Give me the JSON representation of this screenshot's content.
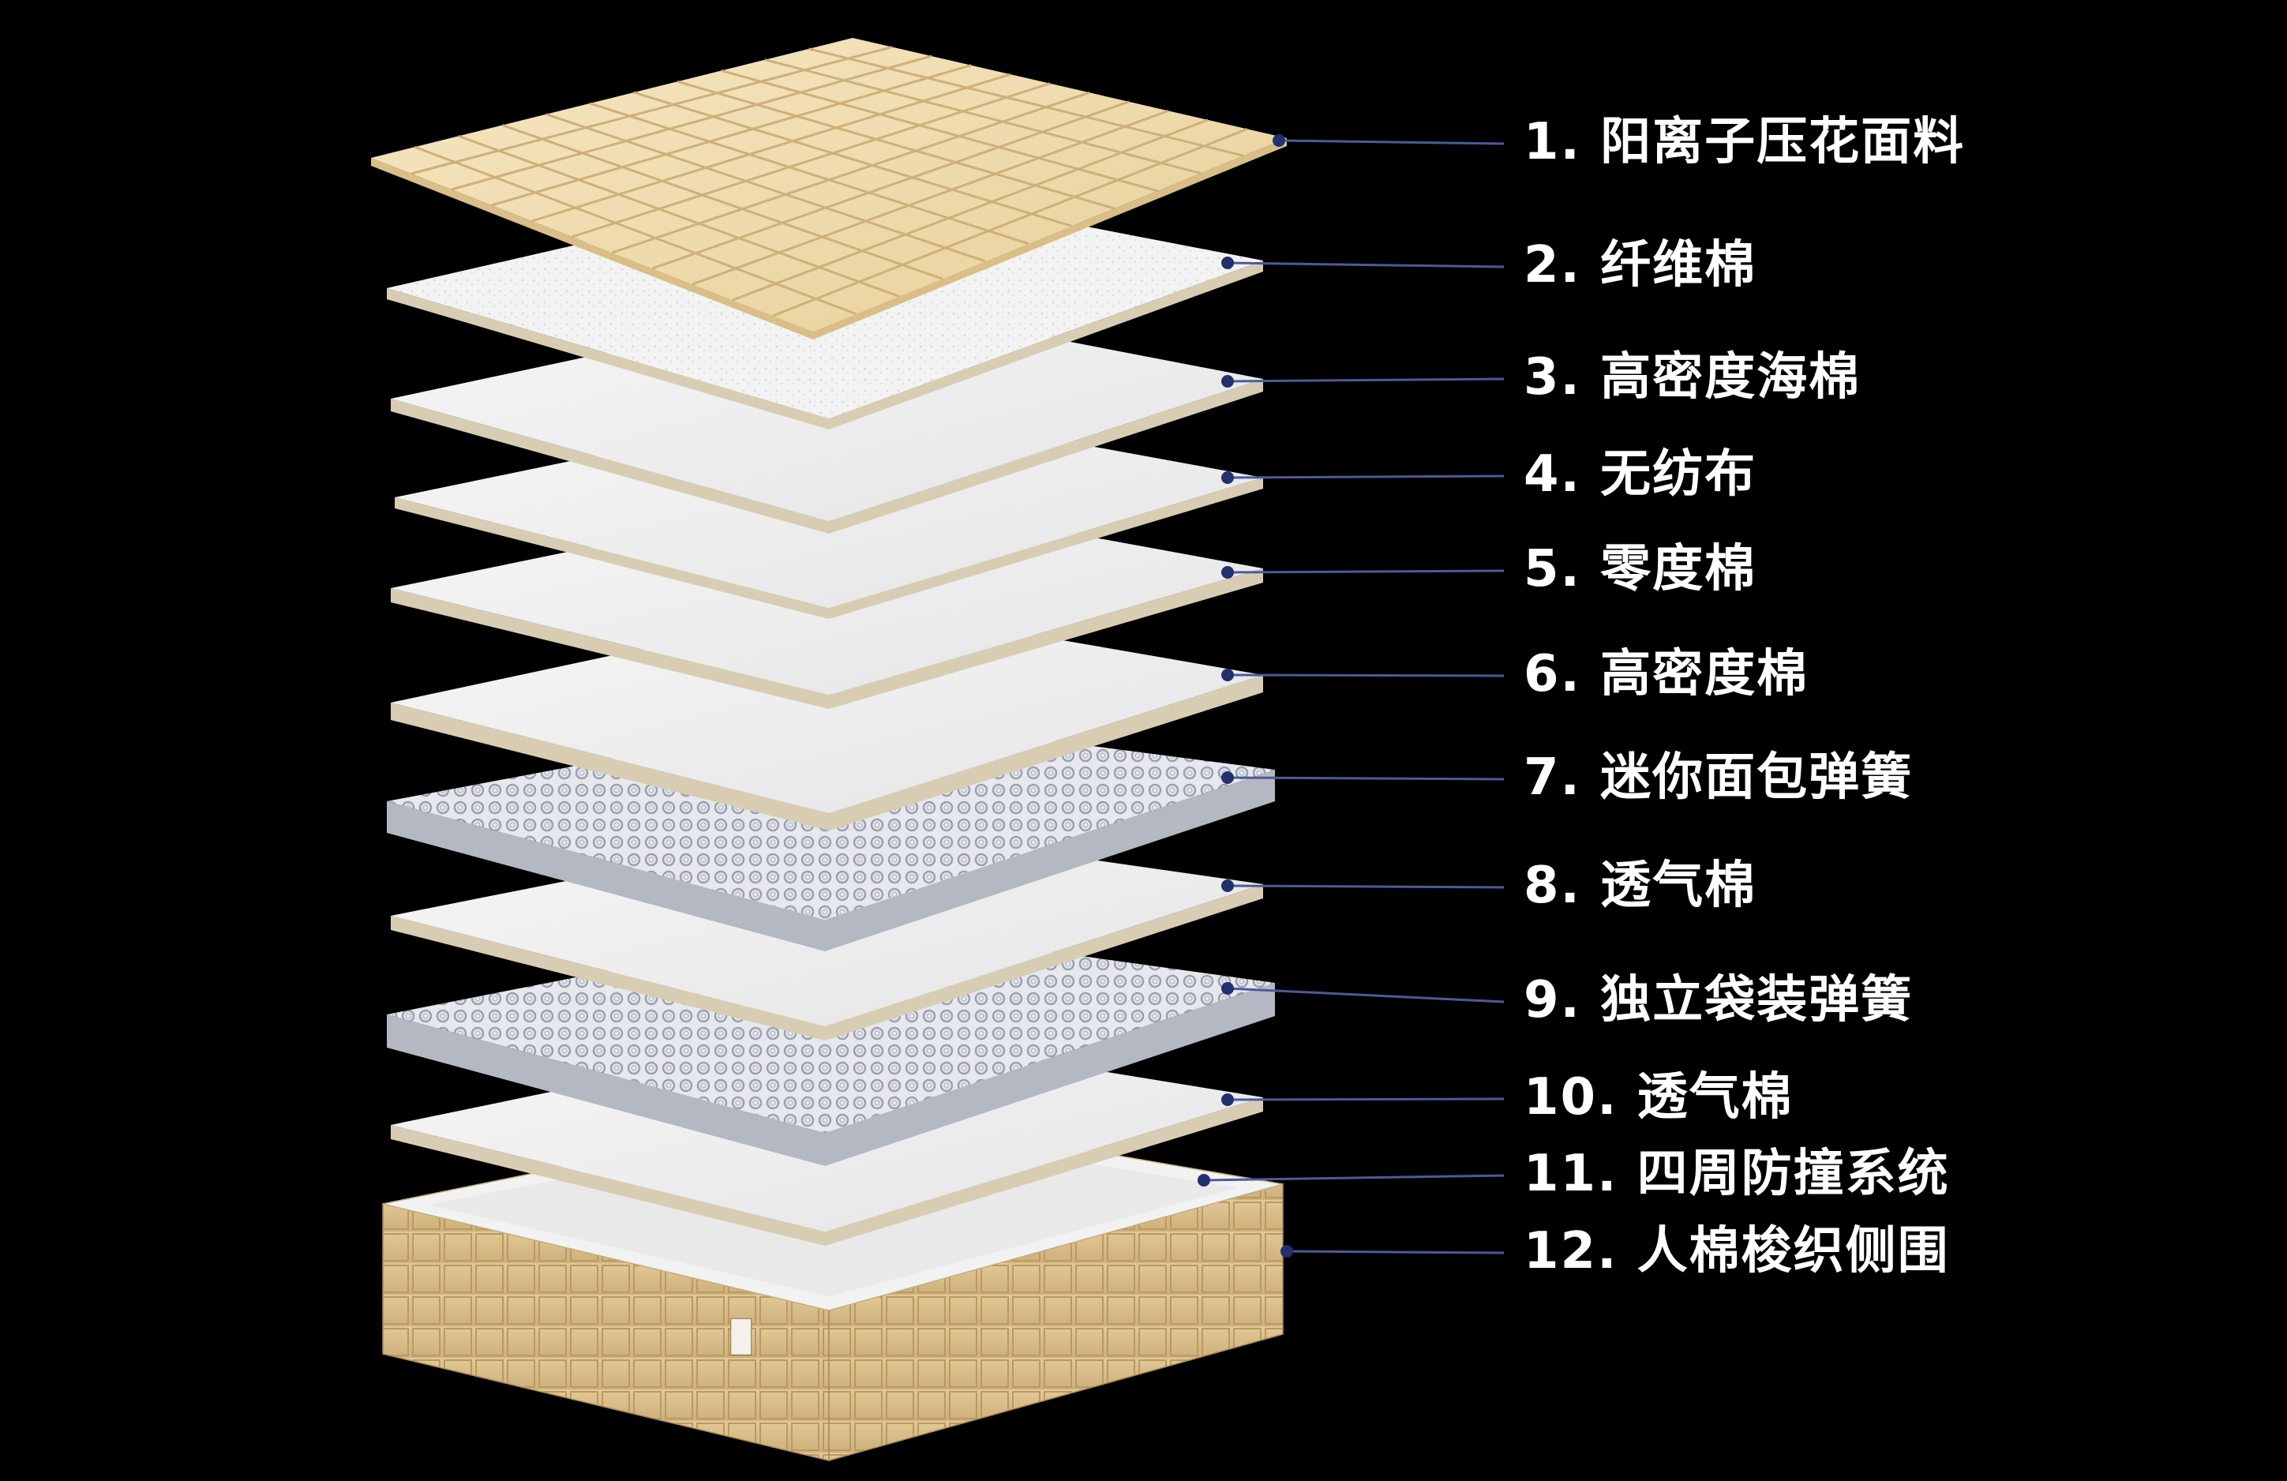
{
  "layers": [
    {
      "label": "1. 阳离子压花面料",
      "kind": "quilted-fabric"
    },
    {
      "label": "2. 纤维棉",
      "kind": "fiber-cotton"
    },
    {
      "label": "3. 高密度海棉",
      "kind": "foam"
    },
    {
      "label": "4. 无纺布",
      "kind": "nonwoven"
    },
    {
      "label": "5. 零度棉",
      "kind": "foam"
    },
    {
      "label": "6. 高密度棉",
      "kind": "foam"
    },
    {
      "label": "7.  迷你面包弹簧",
      "kind": "spring"
    },
    {
      "label": "8. 透气棉",
      "kind": "foam"
    },
    {
      "label": "9. 独立袋装弹簧",
      "kind": "spring"
    },
    {
      "label": "10. 透气棉",
      "kind": "foam"
    },
    {
      "label": "11. 四周防撞系统",
      "kind": "frame"
    },
    {
      "label": "12. 人棉梭织侧围",
      "kind": "side-fabric"
    }
  ],
  "colors": {
    "background": "#000000",
    "fabric": "#eed9ad",
    "foam": "#f1f1f1",
    "spring": "#c9ccd4",
    "leader_dot": "#23306e",
    "leader_line": "#4b5a9b",
    "label_text": "#ffffff"
  }
}
